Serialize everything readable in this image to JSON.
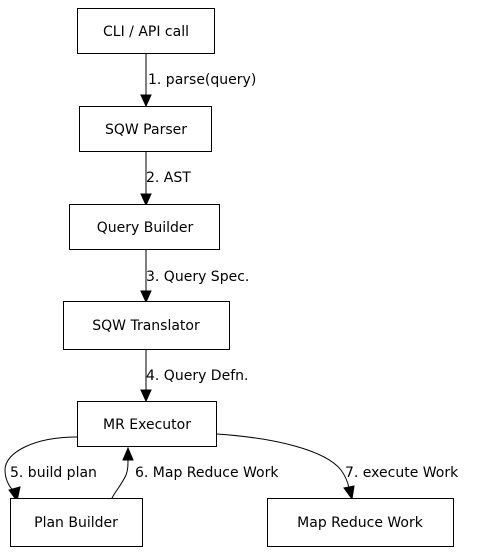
{
  "nodes": {
    "cli": "CLI / API call",
    "parser": "SQW Parser",
    "builder": "Query Builder",
    "translator": "SQW Translator",
    "executor": "MR Executor",
    "plan_builder": "Plan Builder",
    "mr_work": "Map Reduce Work"
  },
  "edges": {
    "e1": "1. parse(query)",
    "e2": "2. AST",
    "e3": "3. Query Spec.",
    "e4": "4. Query Defn.",
    "e5": "5. build plan",
    "e6": "6. Map Reduce Work",
    "e7": "7. execute Work"
  }
}
